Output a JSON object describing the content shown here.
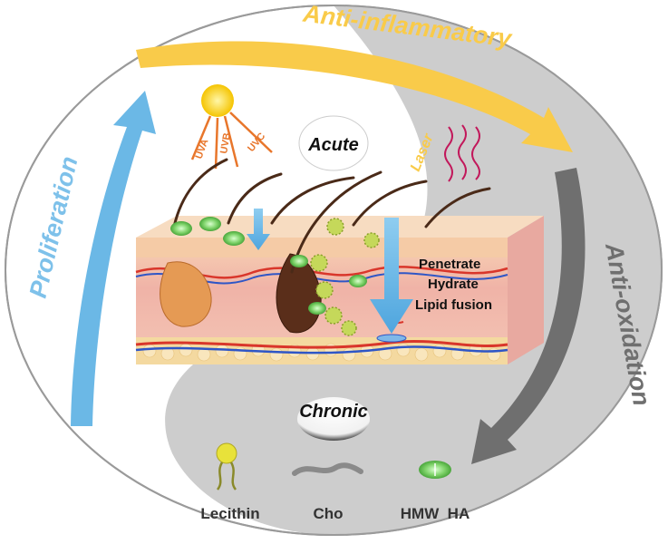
{
  "cycle": {
    "top": "Anti-inflammatory",
    "left": "Proliferation",
    "right": "Anti-oxidation"
  },
  "stages": {
    "acute": "Acute",
    "chronic": "Chronic"
  },
  "sources": {
    "uva": "UVA",
    "uvb": "UVB",
    "uvc": "UVC",
    "laser": "Laser"
  },
  "mechanisms": [
    "Penetrate",
    "Hydrate",
    "Lipid fusion"
  ],
  "legend": {
    "lecithin": "Lecithin",
    "cho": "Cho",
    "hmw_ha": "HMW  HA"
  },
  "colors": {
    "yellow_arrow": "#f9cb4a",
    "blue_arrow": "#6bb8e6",
    "gray_arrow": "#6f6f6f",
    "yin_gray": "#cdcdcd",
    "skin_pink": "#f2b7ad",
    "fat_yellow": "#f4d9a0",
    "ha_green": "#7fd36a"
  }
}
